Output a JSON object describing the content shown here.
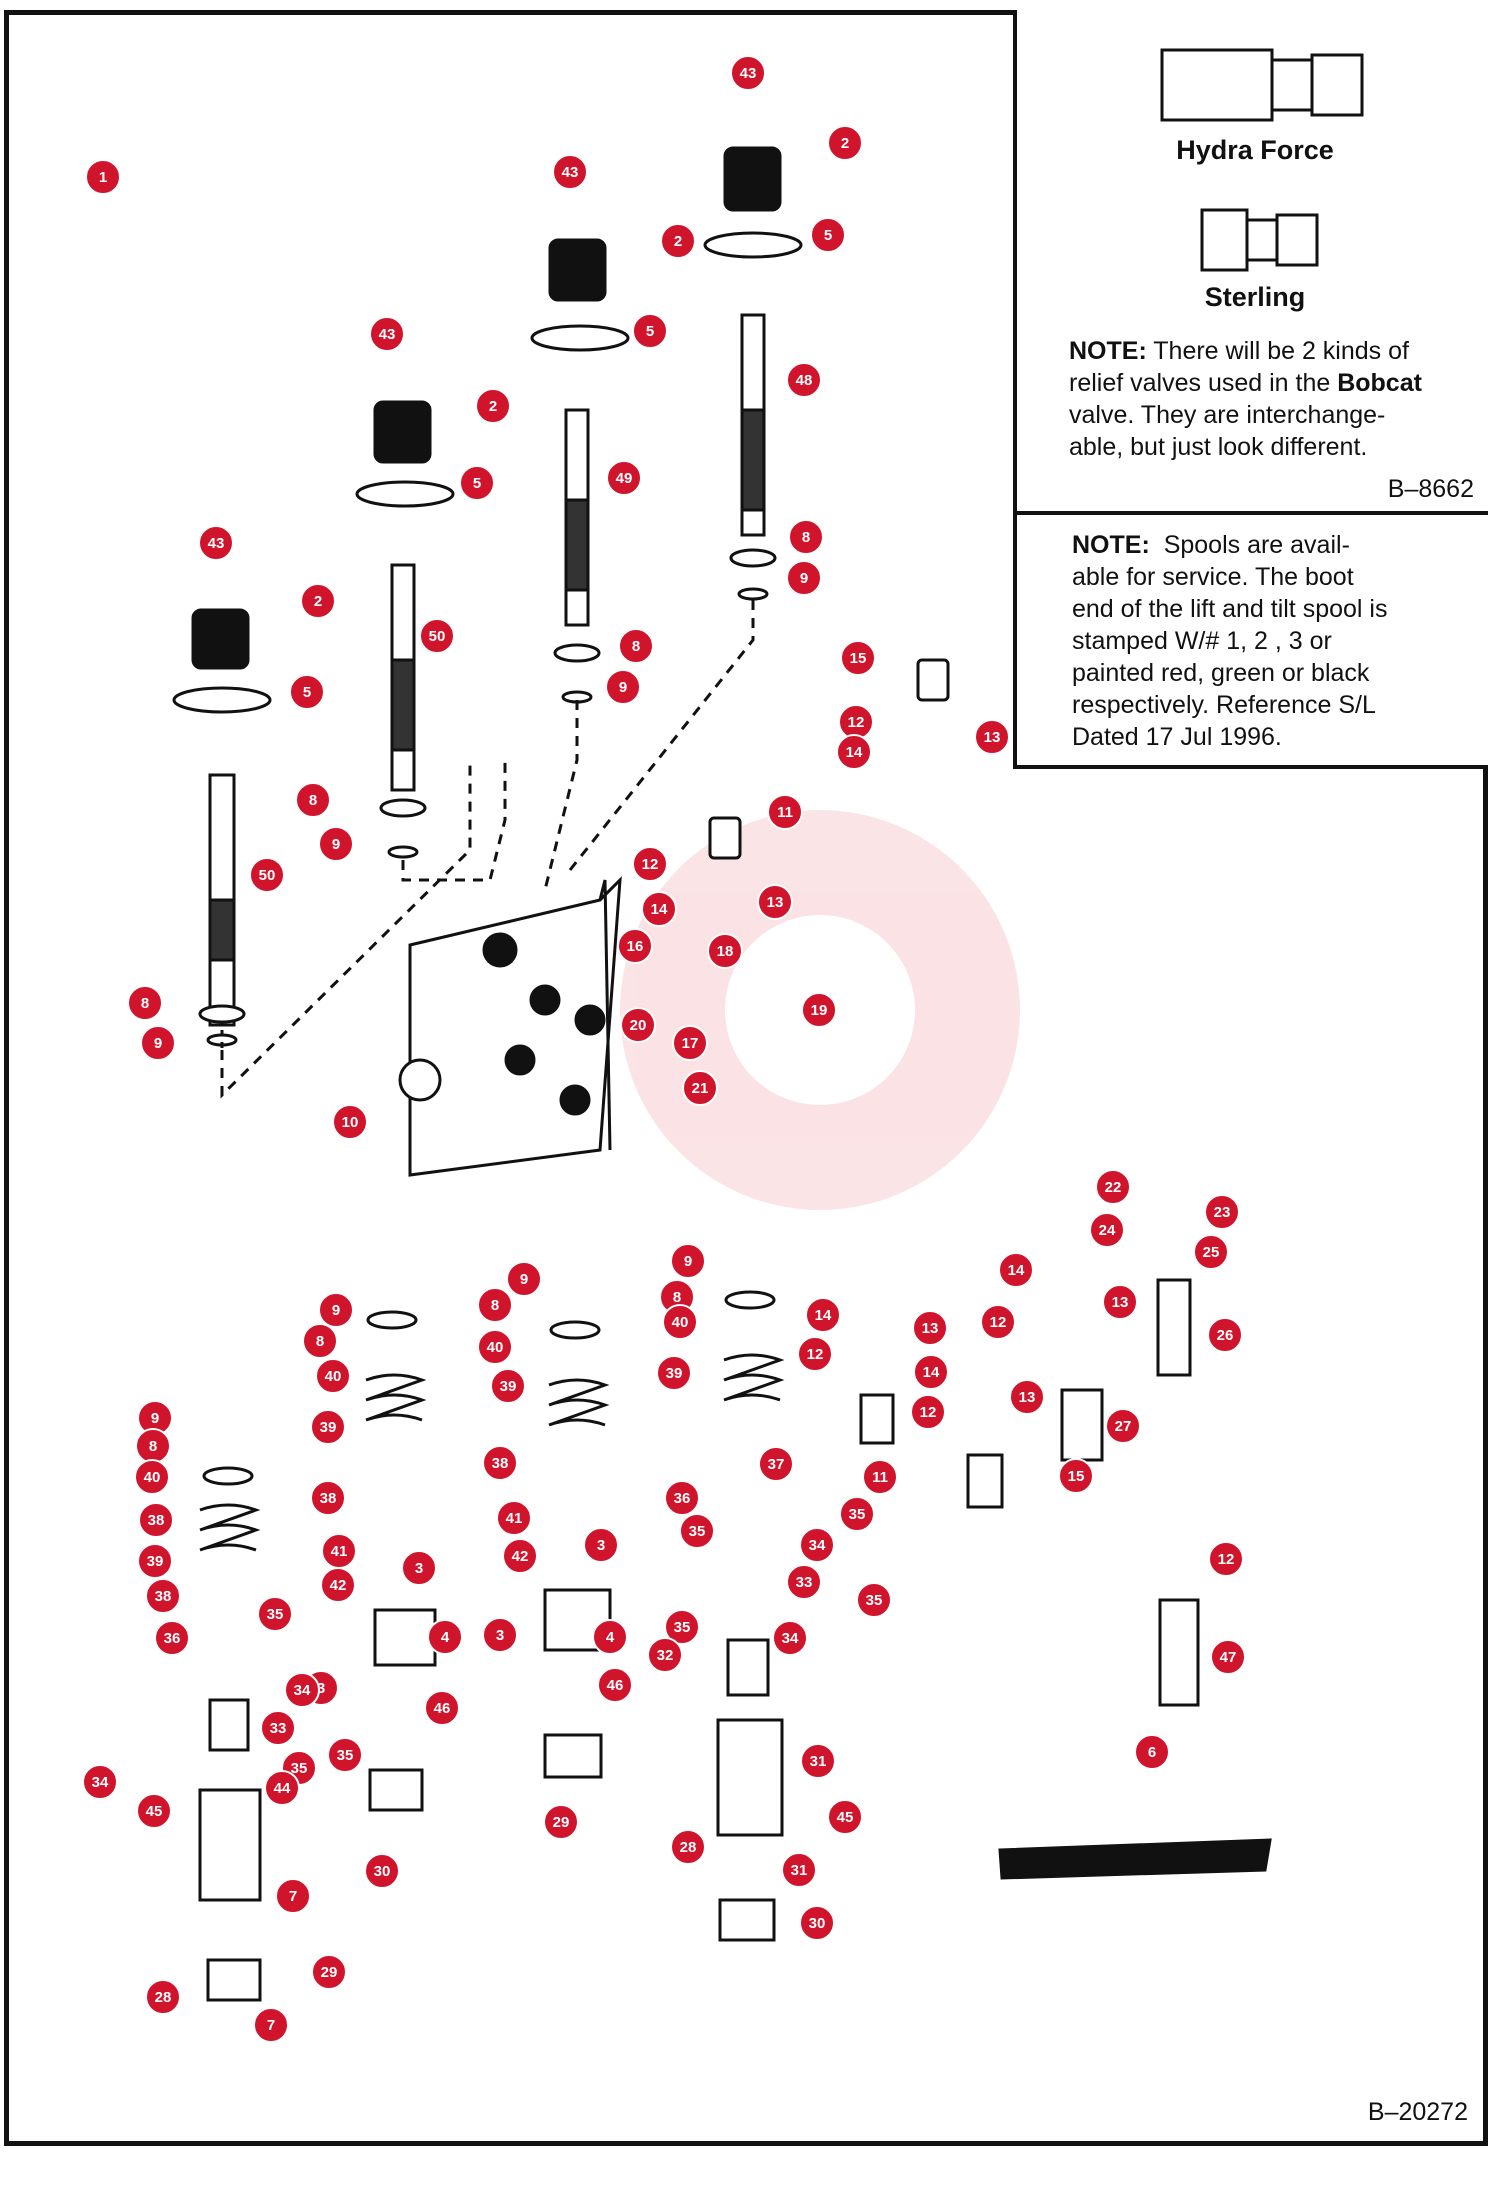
{
  "relief_box": {
    "brand_1": "Hydra Force",
    "brand_2": "Sterling",
    "note_label": "NOTE:",
    "note_line_1": "There will be 2 kinds of",
    "note_line_2a": "relief valves used in the ",
    "note_line_2b": "Bobcat",
    "note_line_3": "valve.  They are interchange-",
    "note_line_4": "able, but just look different.",
    "ref": "B–8662"
  },
  "spool_box": {
    "note_label": "NOTE:",
    "line_1": "Spools are avail-",
    "line_2": "able for service.  The boot",
    "line_3": "end of the lift and tilt spool is",
    "line_4": "stamped W/# 1, 2 , 3 or",
    "line_5": "painted red, green or black",
    "line_6": "respectively. Reference S/L",
    "line_7": "Dated 17 Jul 1996."
  },
  "figure_ref": "B–20272",
  "callouts": [
    {
      "n": "1"
    },
    {
      "n": "43"
    },
    {
      "n": "2"
    },
    {
      "n": "43"
    },
    {
      "n": "2"
    },
    {
      "n": "5"
    },
    {
      "n": "5"
    },
    {
      "n": "43"
    },
    {
      "n": "2"
    },
    {
      "n": "48"
    },
    {
      "n": "5"
    },
    {
      "n": "49"
    },
    {
      "n": "43"
    },
    {
      "n": "2"
    },
    {
      "n": "8"
    },
    {
      "n": "9"
    },
    {
      "n": "50"
    },
    {
      "n": "5"
    },
    {
      "n": "8"
    },
    {
      "n": "9"
    },
    {
      "n": "15"
    },
    {
      "n": "12"
    },
    {
      "n": "14"
    },
    {
      "n": "13"
    },
    {
      "n": "8"
    },
    {
      "n": "9"
    },
    {
      "n": "11"
    },
    {
      "n": "50"
    },
    {
      "n": "12"
    },
    {
      "n": "14"
    },
    {
      "n": "13"
    },
    {
      "n": "16"
    },
    {
      "n": "18"
    },
    {
      "n": "8"
    },
    {
      "n": "19"
    },
    {
      "n": "20"
    },
    {
      "n": "9"
    },
    {
      "n": "17"
    },
    {
      "n": "21"
    },
    {
      "n": "10"
    },
    {
      "n": "22"
    },
    {
      "n": "23"
    },
    {
      "n": "24"
    },
    {
      "n": "25"
    },
    {
      "n": "9"
    },
    {
      "n": "8"
    },
    {
      "n": "14"
    },
    {
      "n": "13"
    },
    {
      "n": "9"
    },
    {
      "n": "8"
    },
    {
      "n": "40"
    },
    {
      "n": "14"
    },
    {
      "n": "13"
    },
    {
      "n": "12"
    },
    {
      "n": "26"
    },
    {
      "n": "9"
    },
    {
      "n": "8"
    },
    {
      "n": "40"
    },
    {
      "n": "12"
    },
    {
      "n": "14"
    },
    {
      "n": "40"
    },
    {
      "n": "39"
    },
    {
      "n": "39"
    },
    {
      "n": "13"
    },
    {
      "n": "12"
    },
    {
      "n": "27"
    },
    {
      "n": "9"
    },
    {
      "n": "8"
    },
    {
      "n": "39"
    },
    {
      "n": "38"
    },
    {
      "n": "37"
    },
    {
      "n": "11"
    },
    {
      "n": "40"
    },
    {
      "n": "38"
    },
    {
      "n": "15"
    },
    {
      "n": "38"
    },
    {
      "n": "36"
    },
    {
      "n": "39"
    },
    {
      "n": "41"
    },
    {
      "n": "35"
    },
    {
      "n": "35"
    },
    {
      "n": "34"
    },
    {
      "n": "41"
    },
    {
      "n": "3"
    },
    {
      "n": "42"
    },
    {
      "n": "3"
    },
    {
      "n": "33"
    },
    {
      "n": "12"
    },
    {
      "n": "38"
    },
    {
      "n": "42"
    },
    {
      "n": "35"
    },
    {
      "n": "35"
    },
    {
      "n": "36"
    },
    {
      "n": "4"
    },
    {
      "n": "4"
    },
    {
      "n": "3"
    },
    {
      "n": "35"
    },
    {
      "n": "32"
    },
    {
      "n": "34"
    },
    {
      "n": "47"
    },
    {
      "n": "3"
    },
    {
      "n": "46"
    },
    {
      "n": "34"
    },
    {
      "n": "46"
    },
    {
      "n": "33"
    },
    {
      "n": "35"
    },
    {
      "n": "31"
    },
    {
      "n": "35"
    },
    {
      "n": "34"
    },
    {
      "n": "44"
    },
    {
      "n": "6"
    },
    {
      "n": "45"
    },
    {
      "n": "30"
    },
    {
      "n": "45"
    },
    {
      "n": "29"
    },
    {
      "n": "28"
    },
    {
      "n": "31"
    },
    {
      "n": "7"
    },
    {
      "n": "30"
    },
    {
      "n": "29"
    },
    {
      "n": "28"
    },
    {
      "n": "7"
    }
  ]
}
